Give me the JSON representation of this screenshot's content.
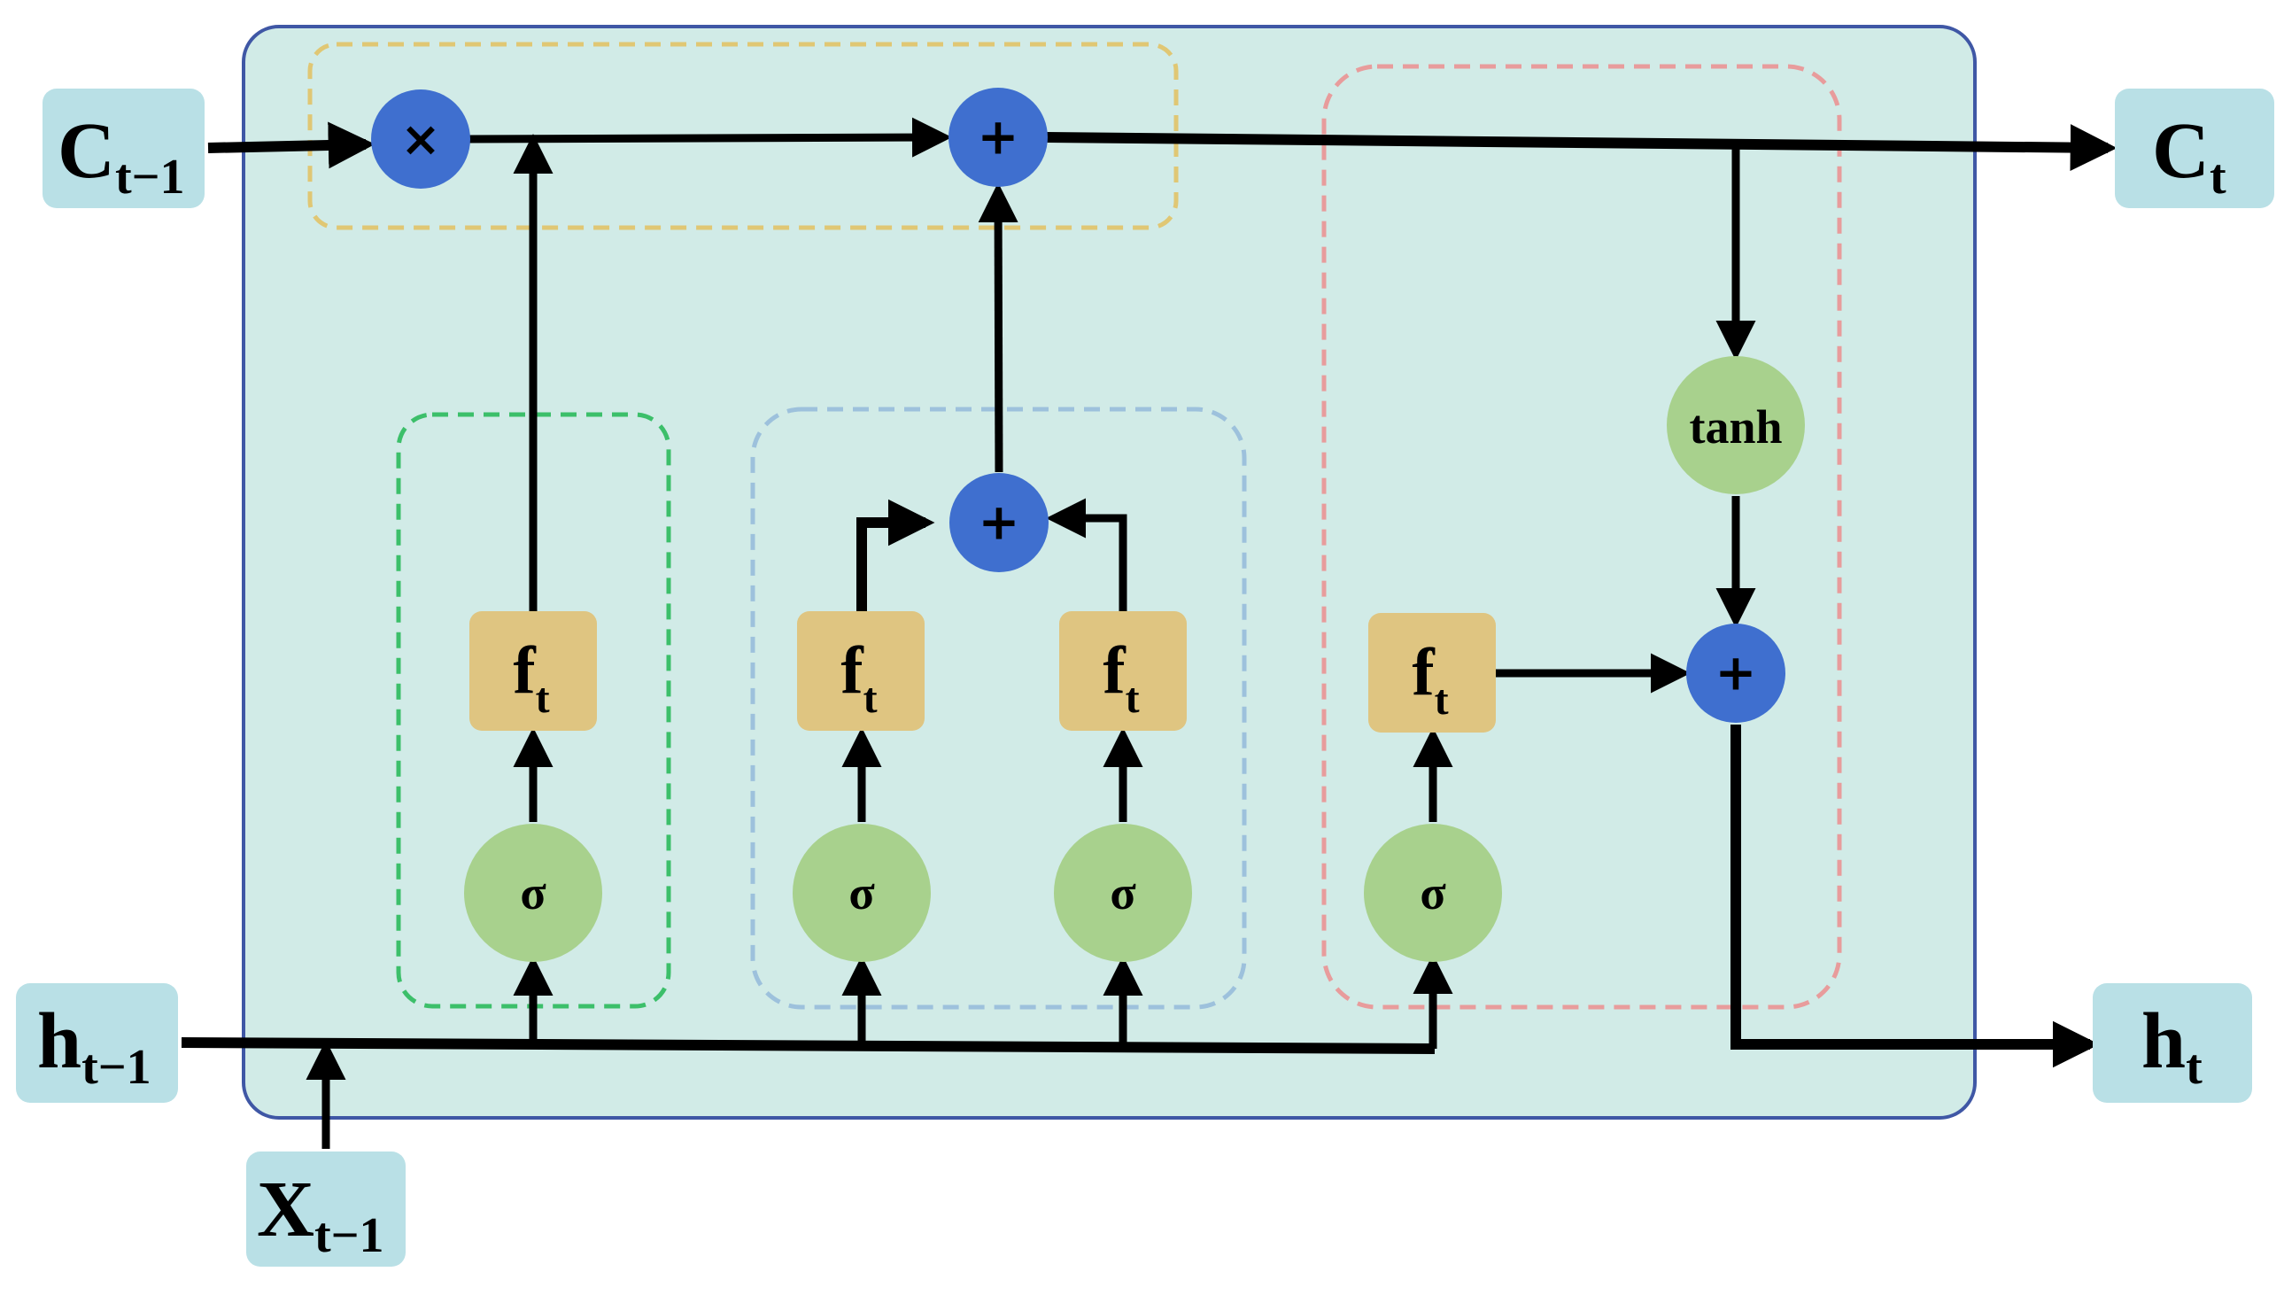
{
  "colors": {
    "cell_fill": "#d1ebe7",
    "cell_border": "#3f57a5",
    "io_box": "#b9e0e6",
    "op_node": "#3f6fcf",
    "activation_node": "#a8d18d",
    "gate_box": "#dfc581",
    "forget_group": "#3cbf6a",
    "input_group": "#9dc1dc",
    "output_group": "#e89c9c",
    "state_group": "#e0c774",
    "wire": "#000000"
  },
  "inputs": {
    "c_prev": {
      "base": "C",
      "sub": "t−1"
    },
    "h_prev": {
      "base": "h",
      "sub": "t−1"
    },
    "x_prev": {
      "base": "X",
      "sub": "t−1"
    }
  },
  "outputs": {
    "c_out": {
      "base": "C",
      "sub": "t"
    },
    "h_out": {
      "base": "h",
      "sub": "t"
    }
  },
  "operations": {
    "multiply": "×",
    "add": "+",
    "tanh": "tanh",
    "sigma": "σ"
  },
  "gate_label": {
    "base": "f",
    "sub": "t"
  }
}
